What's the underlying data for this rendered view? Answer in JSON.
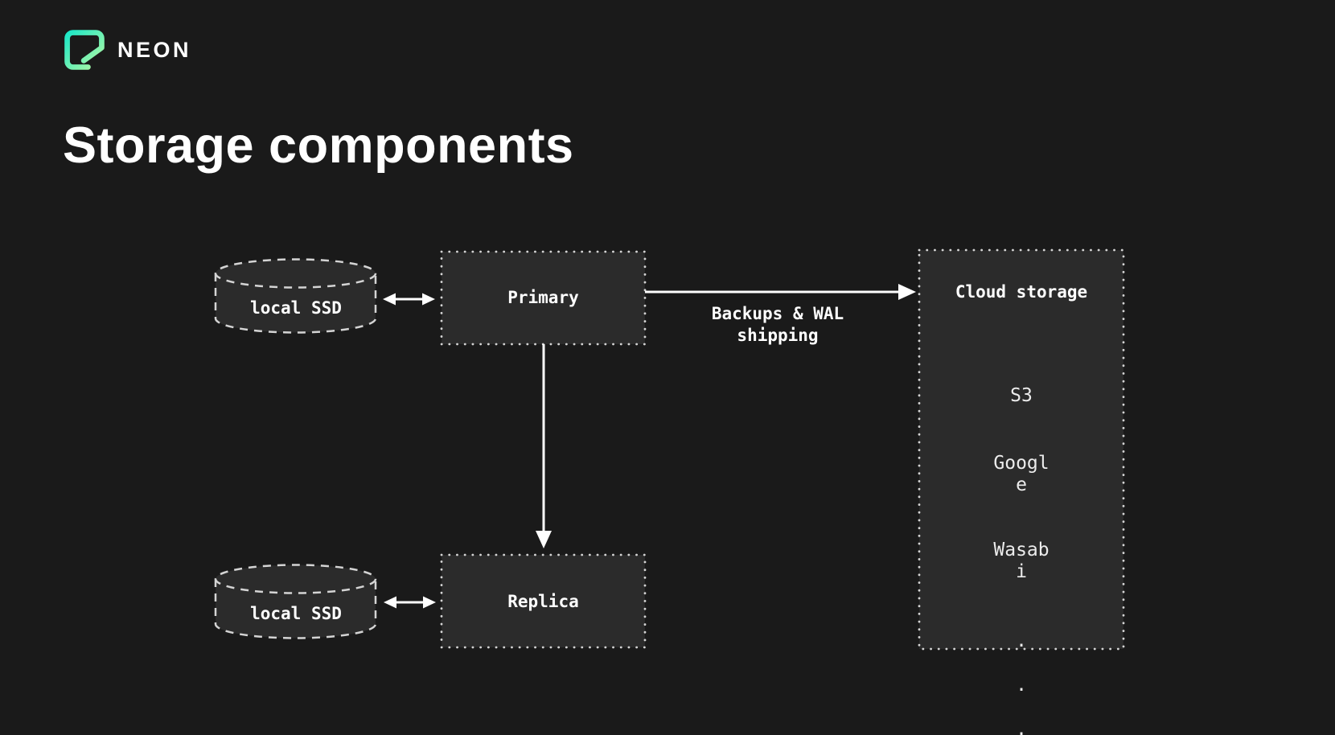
{
  "brand": {
    "name": "NEON",
    "logo_gradient_start": "#1ce7c7",
    "logo_gradient_end": "#b4f9a3"
  },
  "title": "Storage components",
  "colors": {
    "background": "#1a1a1a",
    "panel_fill": "#2b2b2b",
    "border": "#d4d4d4",
    "arrow": "#ffffff",
    "text": "#ffffff",
    "secondary_text": "#ececec"
  },
  "diagram": {
    "local_ssd_top": {
      "label": "local SSD"
    },
    "primary": {
      "label": "Primary"
    },
    "replica": {
      "label": "Replica"
    },
    "local_ssd_bottom": {
      "label": "local SSD"
    },
    "cloud_storage": {
      "title": "Cloud storage",
      "providers": [
        "S3",
        "Googl\ne",
        "Wasab\ni"
      ],
      "ellipsis": [
        ".",
        ".",
        "."
      ]
    },
    "arrows": {
      "ssd_primary": "bidirectional",
      "primary_cloud_label": "Backups & WAL\nshipping",
      "primary_replica": "downward",
      "ssd_replica": "bidirectional"
    }
  }
}
